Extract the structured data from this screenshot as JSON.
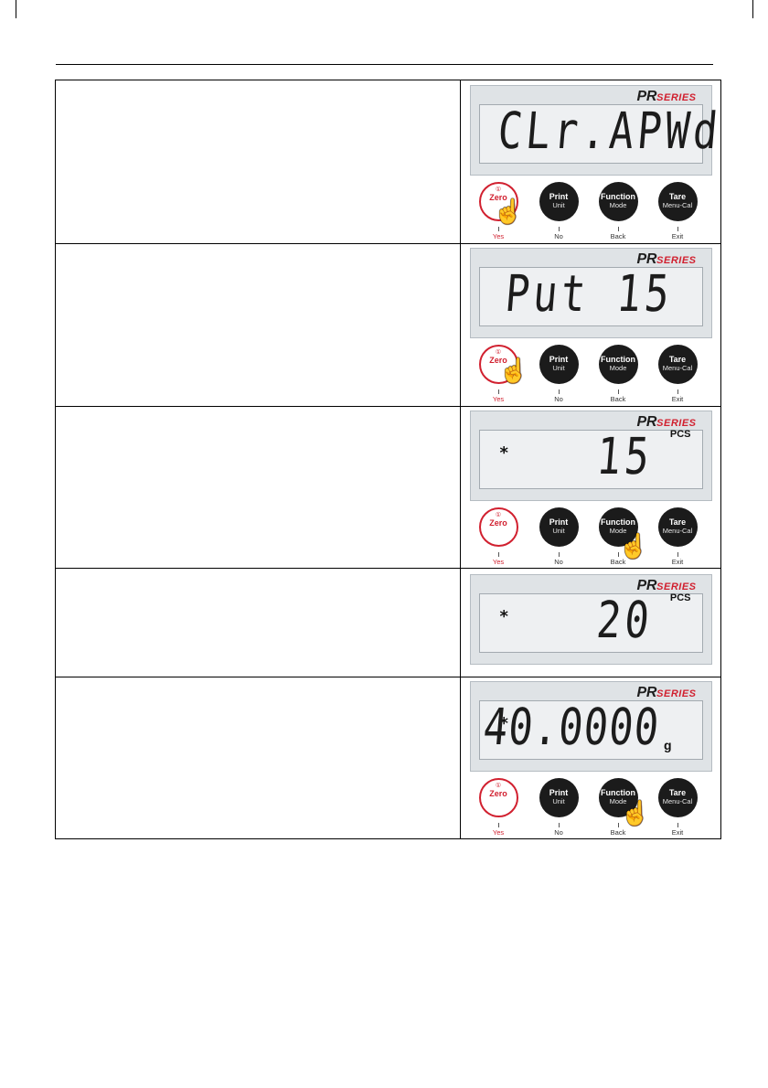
{
  "page": {
    "rows": [
      {
        "brand": {
          "pr": "PR",
          "series": "SERIES"
        },
        "display": {
          "text": "CLr.APWd",
          "star": "",
          "unit": ""
        },
        "buttons": {
          "zero": {
            "main": "Zero",
            "power": "①",
            "sub": "Yes"
          },
          "print": {
            "main": "Print",
            "second": "Unit",
            "sub": "No"
          },
          "function": {
            "main": "Function",
            "second": "Mode",
            "sub": "Back"
          },
          "tare": {
            "main": "Tare",
            "second": "Menu-Cal",
            "sub": "Exit"
          }
        },
        "pressed": "Zero",
        "hand_icon": "pointing-hand-icon"
      },
      {
        "brand": {
          "pr": "PR",
          "series": "SERIES"
        },
        "display": {
          "text": "Put 15",
          "star": "",
          "unit": ""
        },
        "buttons": {
          "zero": {
            "main": "Zero",
            "power": "①",
            "sub": "Yes"
          },
          "print": {
            "main": "Print",
            "second": "Unit",
            "sub": "No"
          },
          "function": {
            "main": "Function",
            "second": "Mode",
            "sub": "Back"
          },
          "tare": {
            "main": "Tare",
            "second": "Menu-Cal",
            "sub": "Exit"
          }
        },
        "pressed": "Zero",
        "hand_icon": "pointing-hand-icon"
      },
      {
        "brand": {
          "pr": "PR",
          "series": "SERIES"
        },
        "display": {
          "text": "15",
          "star": "*",
          "unit": "PCS"
        },
        "buttons": {
          "zero": {
            "main": "Zero",
            "power": "①",
            "sub": "Yes"
          },
          "print": {
            "main": "Print",
            "second": "Unit",
            "sub": "No"
          },
          "function": {
            "main": "Function",
            "second": "Mode",
            "sub": "Back"
          },
          "tare": {
            "main": "Tare",
            "second": "Menu-Cal",
            "sub": "Exit"
          }
        },
        "pressed": "Function",
        "hand_icon": "pointing-hand-icon"
      },
      {
        "brand": {
          "pr": "PR",
          "series": "SERIES"
        },
        "display": {
          "text": "20",
          "star": "*",
          "unit": "PCS"
        }
      },
      {
        "brand": {
          "pr": "PR",
          "series": "SERIES"
        },
        "display": {
          "text": "40.0000",
          "star": "*",
          "unit": "g"
        },
        "buttons": {
          "zero": {
            "main": "Zero",
            "power": "①",
            "sub": "Yes"
          },
          "print": {
            "main": "Print",
            "second": "Unit",
            "sub": "No"
          },
          "function": {
            "main": "Function",
            "second": "Mode",
            "sub": "Back"
          },
          "tare": {
            "main": "Tare",
            "second": "Menu-Cal",
            "sub": "Exit"
          }
        },
        "pressed": "Function",
        "hand_icon": "pointing-hand-icon"
      }
    ],
    "colors": {
      "brand_red": "#d1202f",
      "button_black": "#1b1b1b",
      "lcd_bg": "#eef0f2"
    }
  }
}
